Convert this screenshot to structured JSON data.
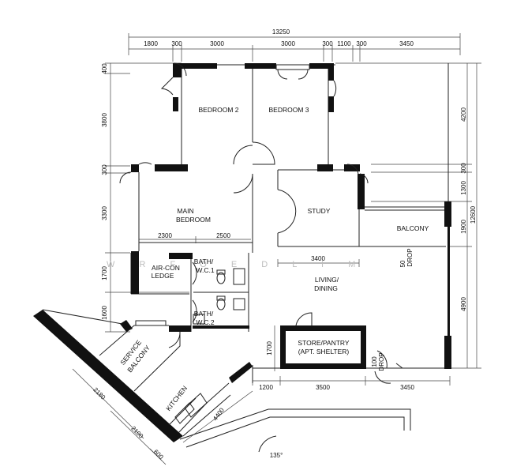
{
  "rooms": {
    "bedroom2": "BEDROOM 2",
    "bedroom3": "BEDROOM 3",
    "main_bedroom": [
      "MAIN",
      "BEDROOM"
    ],
    "study": "STUDY",
    "balcony": "BALCONY",
    "aircon_ledge": [
      "AIR-CON",
      "LEDGE"
    ],
    "bath1": [
      "BATH/",
      "W.C.1"
    ],
    "bath2": [
      "BATH/",
      "W.C.2"
    ],
    "living_dining": [
      "LIVING/",
      "DINING"
    ],
    "store_pantry": [
      "STORE/PANTRY",
      "(APT. SHELTER)"
    ],
    "service_balcony": [
      "SERVICE",
      "BALCONY"
    ],
    "kitchen": "KITCHEN"
  },
  "dimensions": {
    "overall_width": "13250",
    "top": [
      "1800",
      "300",
      "3000",
      "3000",
      "300",
      "1100",
      "300",
      "3450"
    ],
    "left": [
      "400",
      "3800",
      "300",
      "3300",
      "1700",
      "1600"
    ],
    "right_inner": [
      "4200",
      "300",
      "1300",
      "1900",
      "4900"
    ],
    "right_outer": "12600",
    "main_bedroom_split": [
      "2300",
      "2500"
    ],
    "study_width": "3400",
    "bottom": [
      "1200",
      "3500",
      "3450"
    ],
    "store_height": "1700",
    "kitchen_length": "4400",
    "diagonal": [
      "2180",
      "2100",
      "600"
    ],
    "angle": "135°",
    "drop_balcony": [
      "50",
      "DROP"
    ],
    "drop_store": [
      "100",
      "DROP"
    ]
  },
  "watermark": "W R F O E D L I M"
}
